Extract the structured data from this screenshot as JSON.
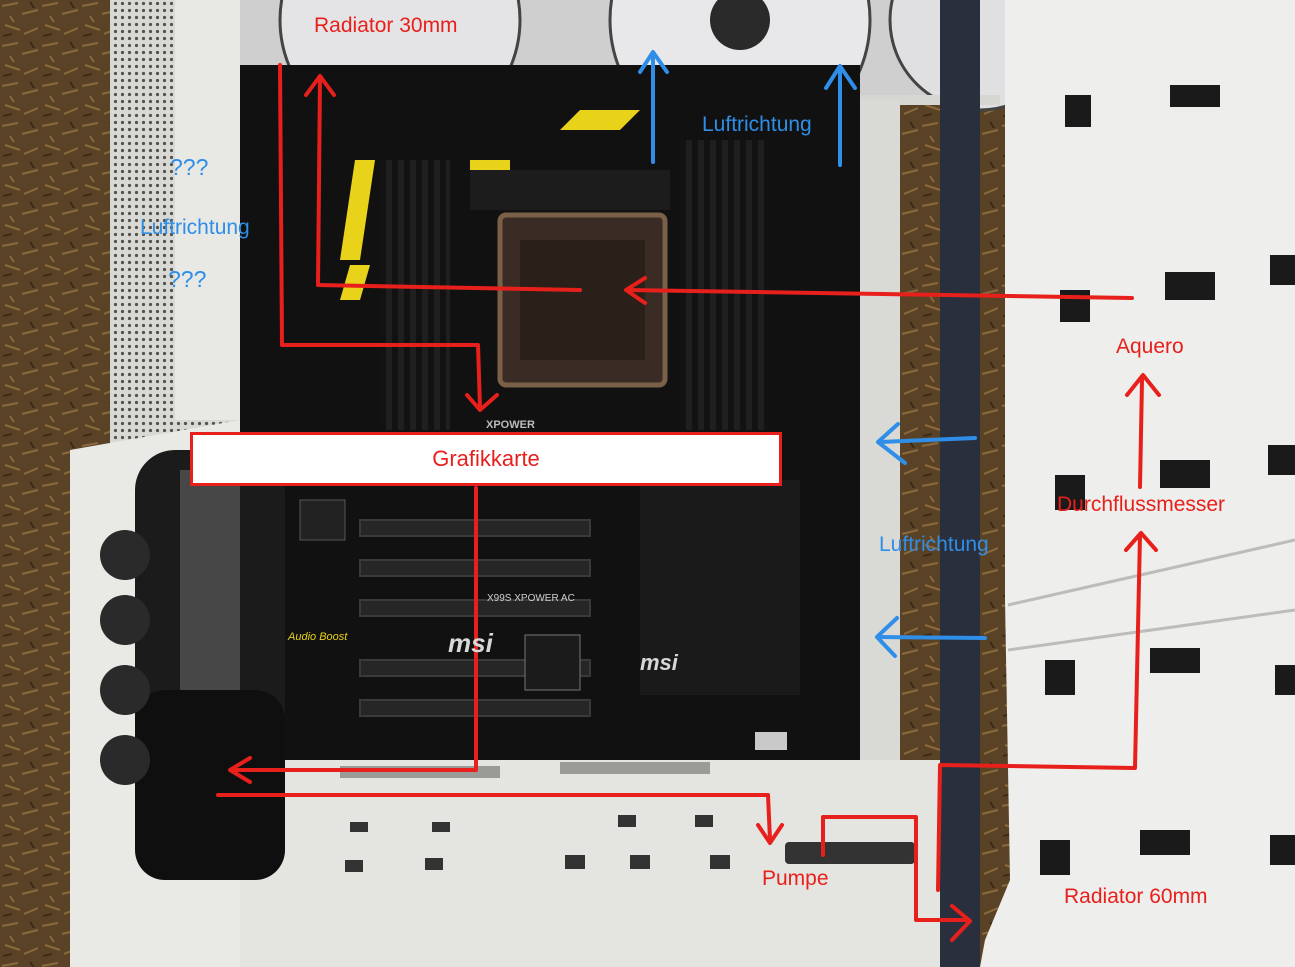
{
  "labels": {
    "radiator_top": "Radiator 30mm",
    "airflow_top": "Luftrichtung",
    "airflow_left": "Luftrichtung",
    "question_top": "???",
    "question_bottom": "???",
    "aquero": "Aquero",
    "flow_meter": "Durchflussmesser",
    "airflow_right": "Luftrichtung",
    "graphics_card": "Grafikkarte",
    "pump": "Pumpe",
    "radiator_bottom": "Radiator 60mm"
  },
  "board_text": {
    "model": "X99S XPOWER AC",
    "brand": "msi",
    "xpower": "XPOWER",
    "audio": "Audio Boost"
  },
  "colors": {
    "annotation_red": "#e8201c",
    "annotation_blue": "#2e8ee8",
    "case_white": "#eeeeec",
    "board_black": "#111111",
    "accent_yellow": "#e8d21a"
  }
}
